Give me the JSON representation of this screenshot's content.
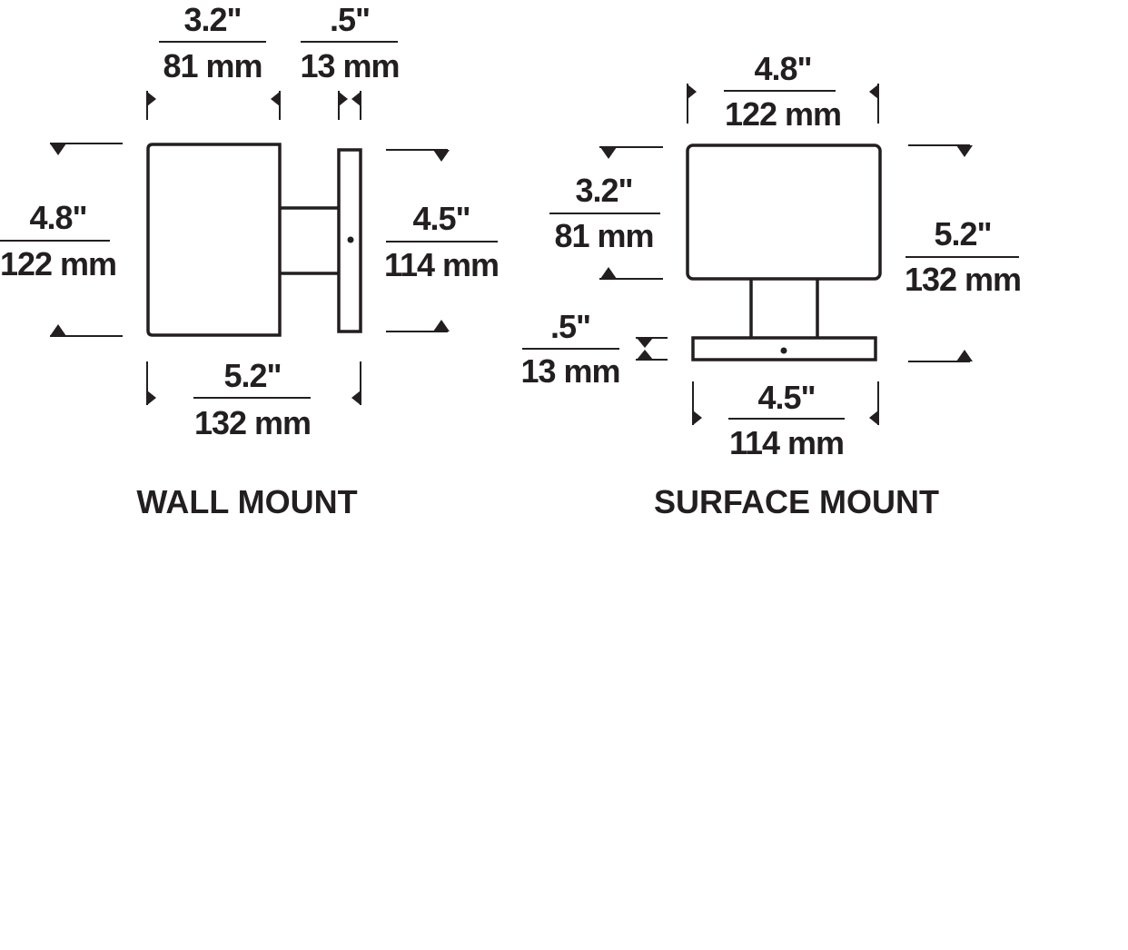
{
  "wall_mount": {
    "title": "WALL MOUNT",
    "depth": {
      "in": "3.2\"",
      "mm": "81 mm"
    },
    "plate_depth": {
      "in": ".5\"",
      "mm": "13 mm"
    },
    "height": {
      "in": "4.8\"",
      "mm": "122 mm"
    },
    "plate_height": {
      "in": "4.5\"",
      "mm": "114 mm"
    },
    "total_depth": {
      "in": "5.2\"",
      "mm": "132 mm"
    }
  },
  "surface_mount": {
    "title": "SURFACE MOUNT",
    "width": {
      "in": "4.8\"",
      "mm": "122 mm"
    },
    "height": {
      "in": "3.2\"",
      "mm": "81 mm"
    },
    "plate_thickness": {
      "in": ".5\"",
      "mm": "13 mm"
    },
    "total_height": {
      "in": "5.2\"",
      "mm": "132 mm"
    },
    "plate_width": {
      "in": "4.5\"",
      "mm": "114 mm"
    }
  }
}
